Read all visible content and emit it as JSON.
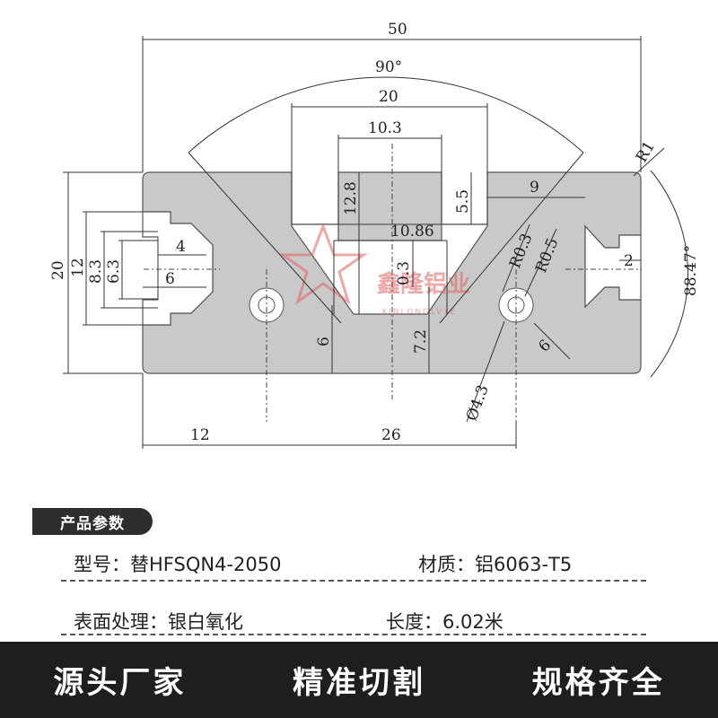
{
  "drawing": {
    "overall_width": "50",
    "angle_top": "90°",
    "slot_width": "20",
    "slot_inner_width": "10.3",
    "depth_12_8": "12.8",
    "slot_bottom_width": "10.86",
    "dim_0_3": "0.3",
    "dim_5_5": "5.5",
    "dim_9": "9",
    "radius_r1": "R1",
    "radius_r0_3": "R0.3",
    "radius_r0_5": "R0.5",
    "angle_right": "88.47°",
    "dim_20": "20",
    "dim_12": "12",
    "dim_8_3": "8.3",
    "dim_6_3": "6.3",
    "dim_4": "4",
    "dim_6_left": "6",
    "dim_2": "2",
    "dim_6_center": "6",
    "dim_7_2": "7.2",
    "dim_6_diag": "6",
    "dim_4_3": "Ø4.3",
    "dim_12_bottom": "12",
    "dim_26": "26",
    "watermark_cn": "鑫隆铝业",
    "watermark_en": "XINLONGLVYE"
  },
  "params": {
    "header": "产品参数",
    "model": "型号：替HFSQN4-2050",
    "material": "材质：铝6063-T5",
    "surface": "表面处理：银白氧化",
    "length": "长度：6.02米"
  },
  "banner": {
    "item1": "源头厂家",
    "item2": "精准切割",
    "item3": "规格齐全"
  },
  "colors": {
    "profile_fill": "#c9c9c9",
    "watermark_red": "#e06060",
    "banner_bg": "#1e1e1e",
    "tab_bg": "#2e2e2e"
  }
}
